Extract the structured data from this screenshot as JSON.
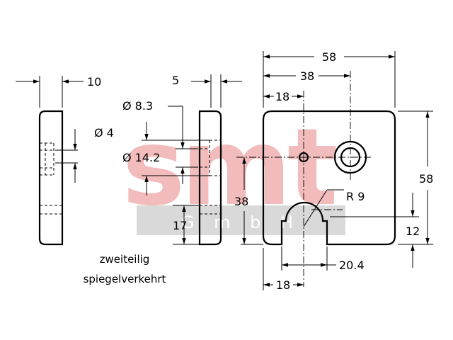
{
  "watermark": {
    "logo_text": "smt",
    "sub_text": "G m b H",
    "logo_color": "#f2bcbc",
    "band_color": "#d9d9d9"
  },
  "dimensions": {
    "side_left_width": "10",
    "side_right_width": "5",
    "hole_small": "Ø 4",
    "hole_bore": "Ø 8.3",
    "hole_counterbore": "Ø 14.2",
    "side_height": "17",
    "overall_width": "58",
    "bore_x": "38",
    "small_hole_x": "18",
    "overall_height": "58",
    "hole_height": "38",
    "notch_radius": "R 9",
    "notch_height": "12",
    "notch_width": "20.4",
    "notch_x": "18"
  },
  "notes": {
    "line1": "zweiteilig",
    "line2": "spiegelverkehrt"
  }
}
